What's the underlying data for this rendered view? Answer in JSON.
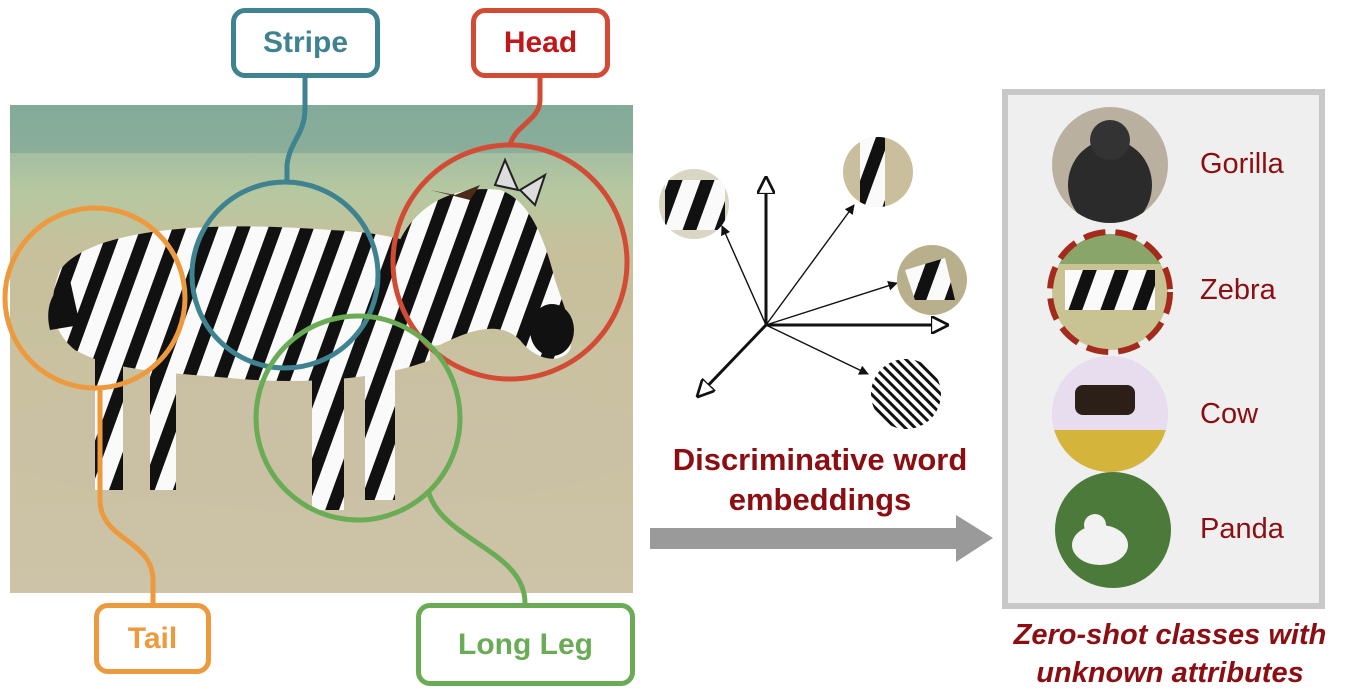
{
  "labels": {
    "stripe": "Stripe",
    "head": "Head",
    "tail": "Tail",
    "long_leg": "Long Leg"
  },
  "embedding_caption": "Discriminative word embeddings",
  "classes": [
    "Gorilla",
    "Zebra",
    "Cow",
    "Panda"
  ],
  "zero_shot_caption": "Zero-shot classes with unknown attributes",
  "colors": {
    "stripe": "#3f8290",
    "head": "#d24b34",
    "tail": "#ec9a3d",
    "long_leg": "#6aab55",
    "dark_red": "#8b0e12",
    "arrow_gray": "#9a9a9a",
    "panel_border": "#c8c8c8"
  }
}
